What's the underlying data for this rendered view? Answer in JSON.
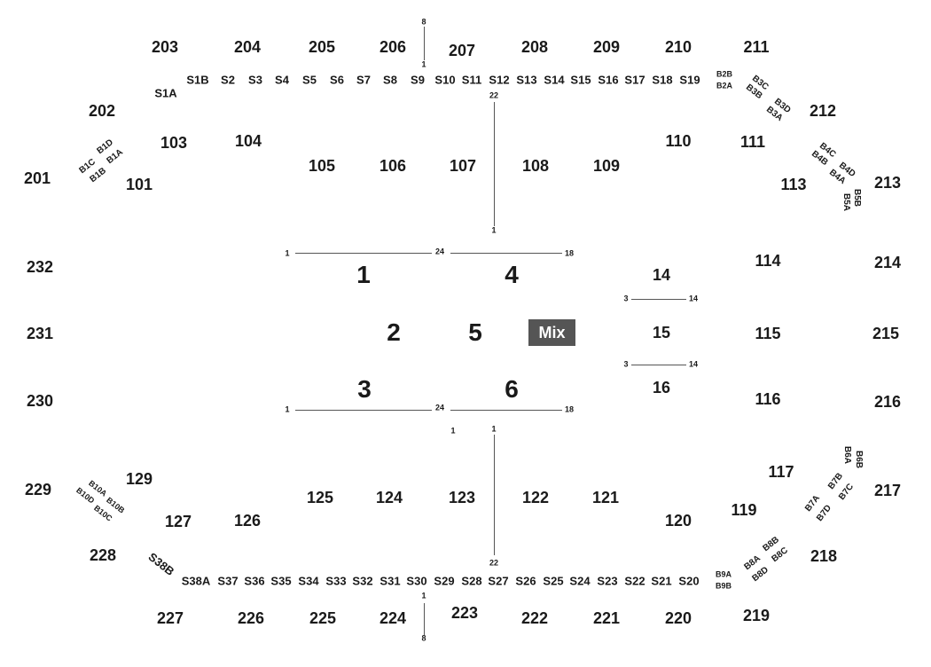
{
  "upper_sections": {
    "s201": "201",
    "s202": "202",
    "s203": "203",
    "s204": "204",
    "s205": "205",
    "s206": "206",
    "s207": "207",
    "s208": "208",
    "s209": "209",
    "s210": "210",
    "s211": "211",
    "s212": "212",
    "s213": "213",
    "s214": "214",
    "s215": "215",
    "s216": "216",
    "s217": "217",
    "s218": "218",
    "s219": "219",
    "s220": "220",
    "s221": "221",
    "s222": "222",
    "s223": "223",
    "s224": "224",
    "s225": "225",
    "s226": "226",
    "s227": "227",
    "s228": "228",
    "s229": "229",
    "s230": "230",
    "s231": "231",
    "s232": "232"
  },
  "lower_sections": {
    "s101": "101",
    "s103": "103",
    "s104": "104",
    "s105": "105",
    "s106": "106",
    "s107": "107",
    "s108": "108",
    "s109": "109",
    "s110": "110",
    "s111": "111",
    "s113": "113",
    "s114": "114",
    "s115": "115",
    "s116": "116",
    "s117": "117",
    "s119": "119",
    "s120": "120",
    "s121": "121",
    "s122": "122",
    "s123": "123",
    "s124": "124",
    "s125": "125",
    "s126": "126",
    "s127": "127",
    "s129": "129"
  },
  "floor_sections": {
    "f1": "1",
    "f2": "2",
    "f3": "3",
    "f4": "4",
    "f5": "5",
    "f6": "6",
    "f14": "14",
    "f15": "15",
    "f16": "16"
  },
  "mix_label": "Mix",
  "suites_top": {
    "s1a": "S1A",
    "s1b": "S1B",
    "s2": "S2",
    "s3": "S3",
    "s4": "S4",
    "s5": "S5",
    "s6": "S6",
    "s7": "S7",
    "s8": "S8",
    "s9": "S9",
    "s10": "S10",
    "s11": "S11",
    "s12": "S12",
    "s13": "S13",
    "s14": "S14",
    "s15": "S15",
    "s16": "S16",
    "s17": "S17",
    "s18": "S18",
    "s19": "S19"
  },
  "suites_bottom": {
    "s38b": "S38B",
    "s38a": "S38A",
    "s37": "S37",
    "s36": "S36",
    "s35": "S35",
    "s34": "S34",
    "s33": "S33",
    "s32": "S32",
    "s31": "S31",
    "s30": "S30",
    "s29": "S29",
    "s28": "S28",
    "s27": "S27",
    "s26": "S26",
    "s25": "S25",
    "s24": "S24",
    "s23": "S23",
    "s22": "S22",
    "s21": "S21",
    "s20": "S20"
  },
  "boxes": {
    "b1c": "B1C",
    "b1d": "B1D",
    "b1b": "B1B",
    "b1a": "B1A",
    "b2b": "B2B",
    "b2a": "B2A",
    "b3c": "B3C",
    "b3b": "B3B",
    "b3d": "B3D",
    "b3a": "B3A",
    "b4c": "B4C",
    "b4b": "B4B",
    "b4d": "B4D",
    "b4a": "B4A",
    "b5b": "B5B",
    "b5a": "B5A",
    "b6b": "B6B",
    "b6a": "B6A",
    "b7b": "B7B",
    "b7c": "B7C",
    "b7a": "B7A",
    "b7d": "B7D",
    "b8b": "B8B",
    "b8a": "B8A",
    "b8c": "B8C",
    "b8d": "B8D",
    "b9a": "B9A",
    "b9b": "B9B",
    "b10a": "B10A",
    "b10b": "B10B",
    "b10d": "B10D",
    "b10c": "B10C"
  },
  "row_markers": {
    "top_aisle_8": "8",
    "top_aisle_1": "1",
    "center_top_22": "22",
    "center_top_1": "1",
    "floor_top_left_1": "1",
    "floor_top_mid_24": "24",
    "floor_top_right_18": "18",
    "floor_bot_left_1": "1",
    "floor_bot_mid_24": "24",
    "floor_bot_right_18": "18",
    "f14_row_3": "3",
    "f14_row_14": "14",
    "f16_row_3": "3",
    "f16_row_14": "14",
    "center_bot_1a": "1",
    "center_bot_1b": "1",
    "center_bot_22": "22",
    "bottom_aisle_1": "1",
    "bottom_aisle_8": "8"
  }
}
